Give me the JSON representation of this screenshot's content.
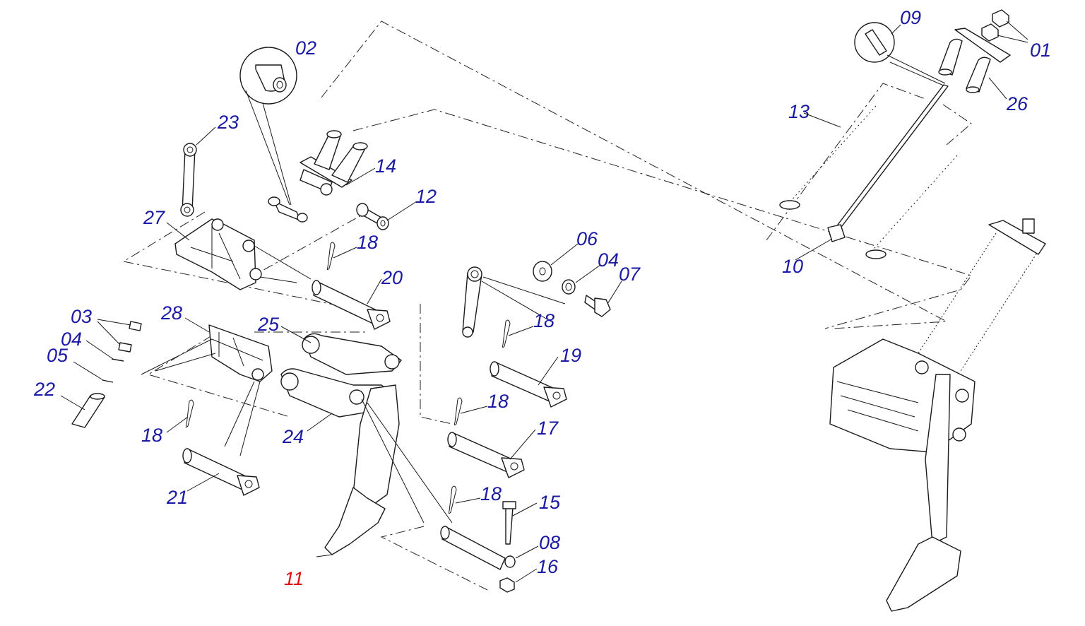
{
  "colors": {
    "label": "#1a1aa6",
    "highlight": "#e01010",
    "line": "#1a1a1a"
  },
  "callouts": [
    {
      "id": "01",
      "text": "01"
    },
    {
      "id": "02",
      "text": "02"
    },
    {
      "id": "03",
      "text": "03"
    },
    {
      "id": "04a",
      "text": "04"
    },
    {
      "id": "04b",
      "text": "04"
    },
    {
      "id": "05",
      "text": "05"
    },
    {
      "id": "06",
      "text": "06"
    },
    {
      "id": "07",
      "text": "07"
    },
    {
      "id": "08",
      "text": "08"
    },
    {
      "id": "09",
      "text": "09"
    },
    {
      "id": "10",
      "text": "10"
    },
    {
      "id": "11",
      "text": "11",
      "highlight": true
    },
    {
      "id": "12",
      "text": "12"
    },
    {
      "id": "13",
      "text": "13"
    },
    {
      "id": "14",
      "text": "14"
    },
    {
      "id": "15",
      "text": "15"
    },
    {
      "id": "16",
      "text": "16"
    },
    {
      "id": "17",
      "text": "17"
    },
    {
      "id": "18a",
      "text": "18"
    },
    {
      "id": "18b",
      "text": "18"
    },
    {
      "id": "18c",
      "text": "18"
    },
    {
      "id": "18d",
      "text": "18"
    },
    {
      "id": "18e",
      "text": "18"
    },
    {
      "id": "19",
      "text": "19"
    },
    {
      "id": "20",
      "text": "20"
    },
    {
      "id": "21",
      "text": "21"
    },
    {
      "id": "22",
      "text": "22"
    },
    {
      "id": "23",
      "text": "23"
    },
    {
      "id": "24",
      "text": "24"
    },
    {
      "id": "25",
      "text": "25"
    },
    {
      "id": "26",
      "text": "26"
    },
    {
      "id": "27",
      "text": "27"
    },
    {
      "id": "28",
      "text": "28"
    }
  ]
}
